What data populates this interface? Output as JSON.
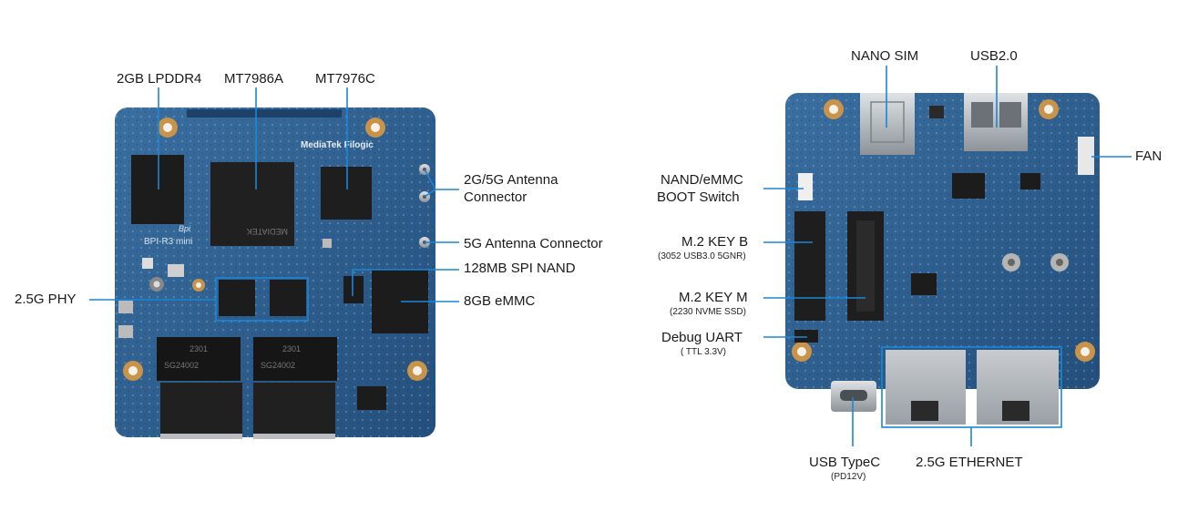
{
  "board_left": {
    "silkscreen_name": "BPI-R3 mini",
    "logo_text": "MediaTek Filogic",
    "vendor_mark": "Bpi",
    "chip_text": "MEDIATEK",
    "phy_chip_code": "2301",
    "phy_chip_text": "SG24002",
    "labels": {
      "lpddr4": "2GB LPDDR4",
      "mt7986a": "MT7986A",
      "mt7976c": "MT7976C",
      "antenna_2g5g_line1": "2G/5G Antenna",
      "antenna_2g5g_line2": "Connector",
      "antenna_5g": "5G Antenna Connector",
      "spi_nand": "128MB SPI NAND",
      "emmc": "8GB eMMC",
      "phy": "2.5G PHY"
    }
  },
  "board_right": {
    "labels": {
      "nano_sim": "NANO SIM",
      "usb2": "USB2.0",
      "fan": "FAN",
      "boot_switch_line1": "NAND/eMMC",
      "boot_switch_line2": "BOOT Switch",
      "m2_key_b": "M.2 KEY B",
      "m2_key_b_sub": "(3052 USB3.0 5GNR)",
      "m2_key_m": "M.2 KEY M",
      "m2_key_m_sub": "(2230 NVME SSD)",
      "debug_uart": "Debug UART",
      "debug_uart_sub": "( TTL 3.3V)",
      "usb_typec": "USB TypeC",
      "usb_typec_sub": "(PD12V)",
      "ethernet": "2.5G ETHERNET"
    }
  },
  "colors": {
    "pcb": "#2b5d8e",
    "pcb_dark": "#1f4670",
    "callout": "#1b86d6",
    "pad": "#c9944a",
    "chip": "#1e1e1e",
    "metal": "#b7bcc1"
  }
}
